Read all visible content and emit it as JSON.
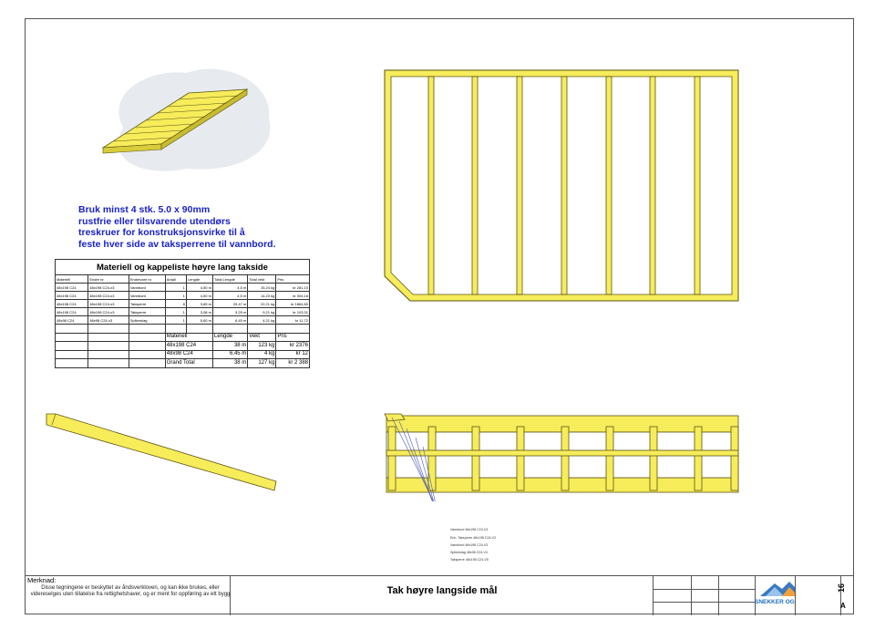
{
  "instruction": {
    "lines": [
      "Bruk minst 4 stk. 5.0 x 90mm",
      "rustfrie eller tilsvarende utendørs",
      "treskruer for konstruksjonsvirke til å",
      "feste hver side av taksperrene til vannbord."
    ]
  },
  "material_table": {
    "title": "Materiell og kappeliste høyre lang takside",
    "headers": [
      "Materiell",
      "Endre nr.",
      "Endrevare nr.",
      "Antall",
      "Lengde",
      "Total Lengde",
      "Total vekt",
      "Pris"
    ],
    "rows": [
      [
        "48x198 C24",
        "48x198 C24-x3",
        "Vannbord",
        "1",
        "4,50 m",
        "4,5 m",
        "15,24 kg",
        "kr 281,10"
      ],
      [
        "48x198 C24",
        "48x198 C24-x3",
        "Vannbord",
        "1",
        "4,50 m",
        "4,5 m",
        "14,23 kg",
        "kr 304,18"
      ],
      [
        "48x198 C24",
        "48x198 C24-x3",
        "Taksperre",
        "8",
        "3,69 m",
        "29,47 m",
        "22,21 kg",
        "kr 1864,80"
      ],
      [
        "48x198 C24",
        "48x198 C24-x3",
        "Taksperre",
        "1",
        "3,08 m",
        "3,25 m",
        "9,21 kg",
        "kr 103,31"
      ],
      [
        "48x98 C24",
        "48x98 C24-x3",
        "Spikerslag",
        "1",
        "5,60 m",
        "6,45 m",
        "4,21 kg",
        "kr 11,72"
      ]
    ],
    "summary_headers": [
      "Materiell",
      "Lengde",
      "Vekt",
      "Pris"
    ],
    "summary": [
      [
        "48x198 C24",
        "38 m",
        "123 kg",
        "kr 2376"
      ],
      [
        "48x98 C24",
        "6,45 m",
        "4 kg",
        "kr 12"
      ],
      [
        "Grand Total",
        "38 m",
        "127 kg",
        "kr 2 388"
      ]
    ]
  },
  "callouts": [
    "Vannbord 48x198 C24-V3",
    "Enh. Taksperre 48x198 C24-V2",
    "Vannbord 48x198 C24-V3",
    "Spikerslag 48x98 C24-V4",
    "Taksperre 48x198 C24-V5"
  ],
  "title_block": {
    "merknad_label": "Merknad:",
    "merknad_text": "Disse tegningene er beskyttet av åndsverkloven, og kan ikke brukes, eller videreselges uten tillatelse fra rettighetshaver, og er ment for oppføring av ett bygg",
    "sheet_title": "Tak høyre langside mål",
    "logo_text": "SNEKKER OG",
    "sheet_number": "16",
    "sheet_size": "A"
  },
  "colors": {
    "wood": "#f7ec5a",
    "wood_stroke": "#5a5514",
    "note_blue": "#1a22c8"
  }
}
